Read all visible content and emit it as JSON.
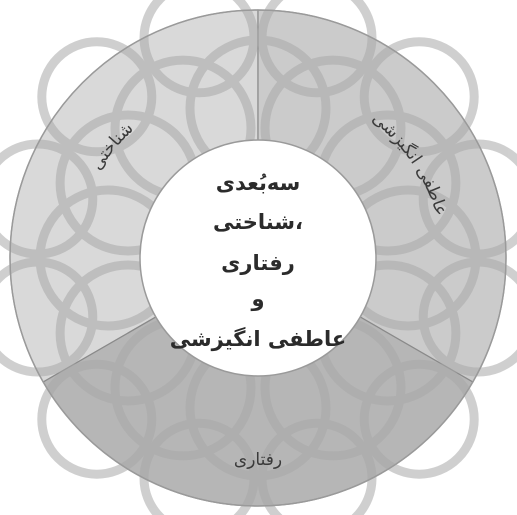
{
  "diagram": {
    "center_lines": [
      "سەبُعدی",
      "شناختی،",
      "رفتاری",
      "و",
      "عاطفی انگیزشی"
    ],
    "segments": [
      {
        "label": "شناختی",
        "color": "#d9d9d9"
      },
      {
        "label": "عاطفی انگیزشی",
        "color": "#cbcbcb"
      },
      {
        "label": "رفتاری",
        "color": "#b6b6b6"
      }
    ],
    "ornament_color": "#a9a9a9",
    "border_color": "#8a8a8a"
  }
}
